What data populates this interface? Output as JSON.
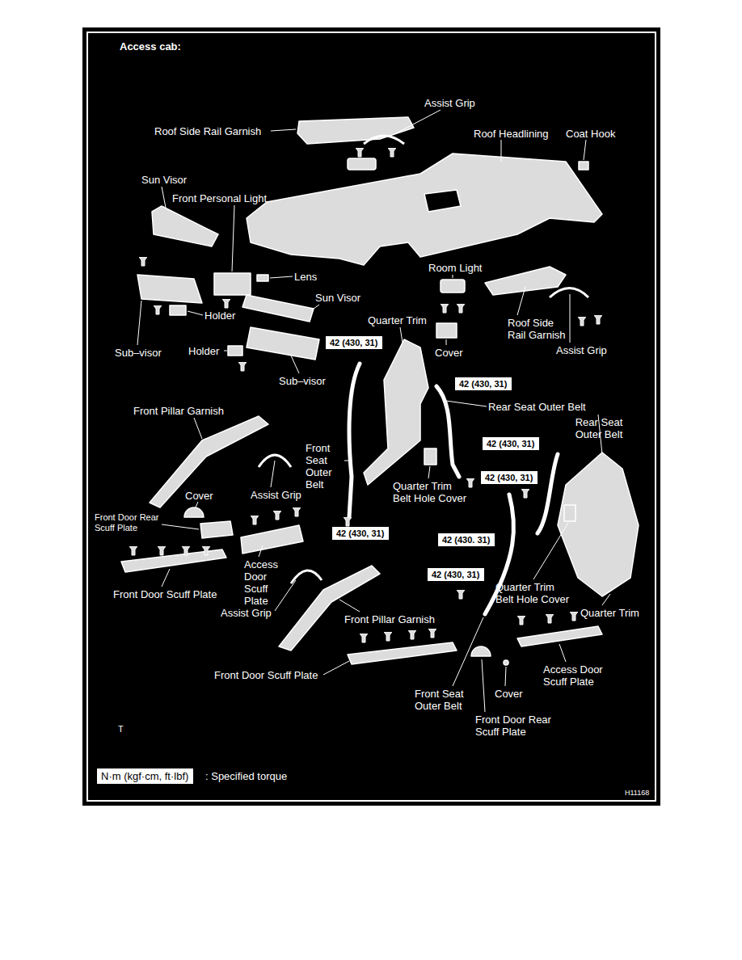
{
  "diagram": {
    "title": "Access cab:",
    "nodes": [
      {
        "text": [
          "42 (430, 31)"
        ]
      },
      {
        "text": [
          "42 (430, 31)"
        ]
      },
      {
        "text": [
          "42 (430, 31)"
        ]
      },
      {
        "text": [
          "42 (430, 31)"
        ]
      },
      {
        "text": [
          "42 (430, 31)"
        ]
      },
      {
        "text": [
          "42 (430. 31)"
        ]
      },
      {
        "text": [
          "42 (430, 31)"
        ]
      },
      {
        "text": [
          "N·m (kgf·cm, ft·lbf)"
        ]
      }
    ],
    "labels": [
      "Assist Grip",
      "Roof Side Rail Garnish",
      "Roof Headlining",
      "Coat Hook",
      "Sun Visor",
      "Front Personal Light",
      "Lens",
      "Room Light",
      "Sun Visor",
      "Holder",
      "Quarter Trim",
      "Roof Side Rail Garnish",
      "Sub–visor",
      "Holder",
      "Cover",
      "Assist Grip",
      "Sub–visor",
      "Rear Seat Outer Belt",
      "Rear Seat Outer Belt",
      "Front Pillar Garnish",
      "Front Seat Outer Belt",
      "Quarter Trim Belt Hole Cover",
      "Cover",
      "Assist Grip",
      "Front Door Rear Scuff Plate",
      "Access Door Scuff Plate",
      "Front Door Scuff Plate",
      "Quarter Trim Belt Hole Cover",
      "Quarter Trim",
      "Assist Grip",
      "Front Pillar Garnish",
      "Front Door Scuff Plate",
      "Access Door Scuff Plate",
      "Front Seat Outer Belt",
      "Cover",
      "Front Door Rear Scuff Plate",
      ": Specified torque",
      "T",
      "H11168"
    ]
  }
}
